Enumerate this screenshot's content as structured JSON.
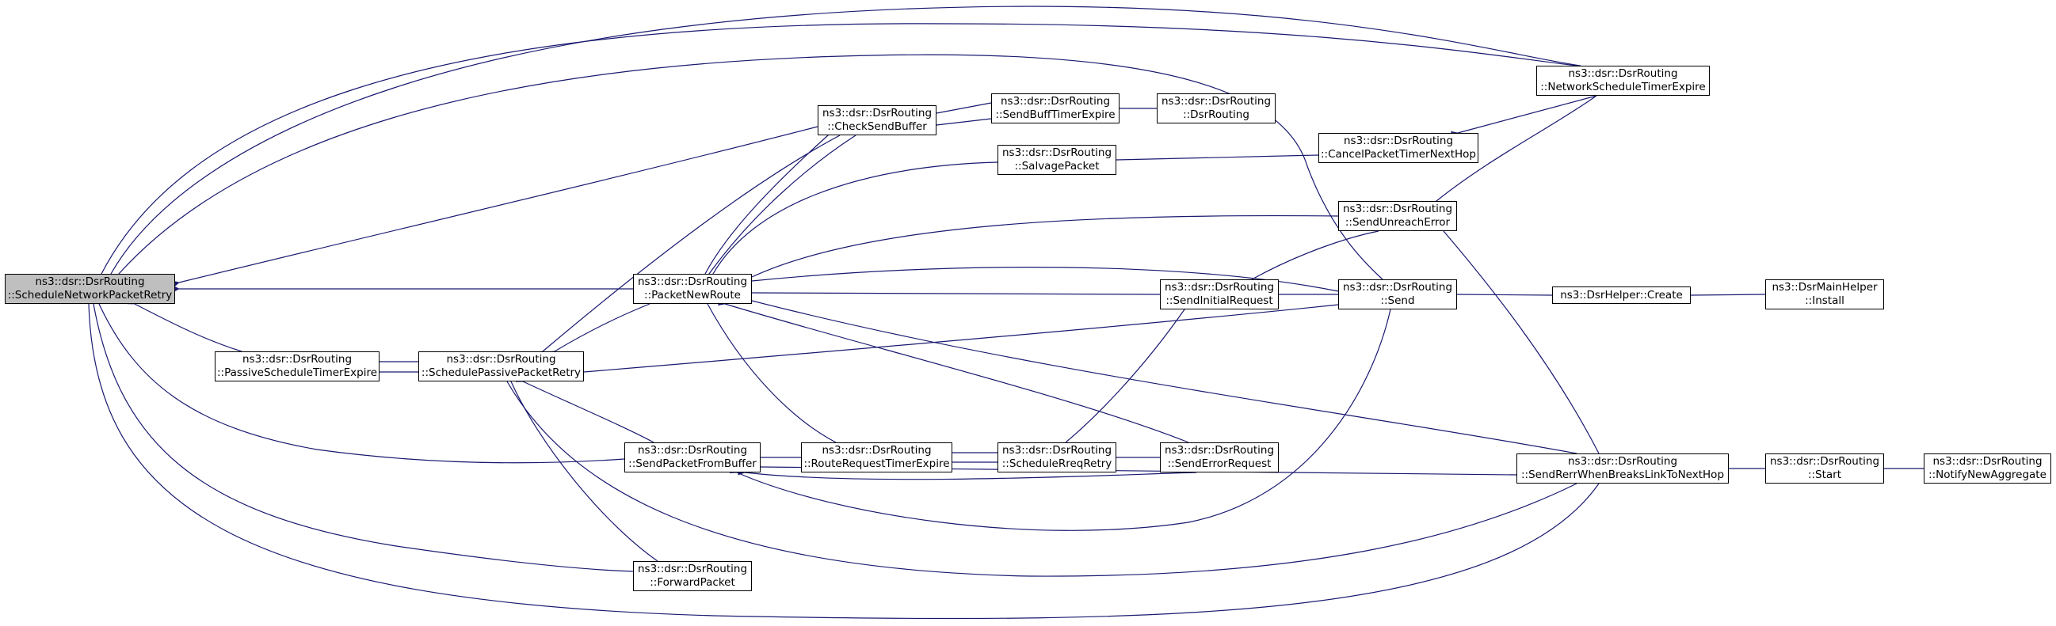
{
  "colors": {
    "edge": "#191970",
    "root_fill": "#bfbfbf",
    "node_fill": "#ffffff",
    "border": "#000000"
  },
  "nodes": {
    "root": {
      "line1": "ns3::dsr::DsrRouting",
      "line2": "::ScheduleNetworkPacketRetry"
    },
    "checkSendBuffer": {
      "line1": "ns3::dsr::DsrRouting",
      "line2": "::CheckSendBuffer"
    },
    "sendBuffTimerExpire": {
      "line1": "ns3::dsr::DsrRouting",
      "line2": "::SendBuffTimerExpire"
    },
    "dsrRouting": {
      "line1": "ns3::dsr::DsrRouting",
      "line2": "::DsrRouting"
    },
    "networkScheduleTimerExpire": {
      "line1": "ns3::dsr::DsrRouting",
      "line2": "::NetworkScheduleTimerExpire"
    },
    "salvagePacket": {
      "line1": "ns3::dsr::DsrRouting",
      "line2": "::SalvagePacket"
    },
    "cancelPacketTimerNextHop": {
      "line1": "ns3::dsr::DsrRouting",
      "line2": "::CancelPacketTimerNextHop"
    },
    "sendUnreachError": {
      "line1": "ns3::dsr::DsrRouting",
      "line2": "::SendUnreachError"
    },
    "packetNewRoute": {
      "line1": "ns3::dsr::DsrRouting",
      "line2": "::PacketNewRoute"
    },
    "sendInitialRequest": {
      "line1": "ns3::dsr::DsrRouting",
      "line2": "::SendInitialRequest"
    },
    "send": {
      "line1": "ns3::dsr::DsrRouting",
      "line2": "::Send"
    },
    "dsrHelperCreate": {
      "line1": "ns3::DsrHelper::Create",
      "line2": ""
    },
    "dsrMainHelperInstall": {
      "line1": "ns3::DsrMainHelper",
      "line2": "::Install"
    },
    "passiveScheduleTimerExpire": {
      "line1": "ns3::dsr::DsrRouting",
      "line2": "::PassiveScheduleTimerExpire"
    },
    "schedulePassivePacketRetry": {
      "line1": "ns3::dsr::DsrRouting",
      "line2": "::SchedulePassivePacketRetry"
    },
    "sendPacketFromBuffer": {
      "line1": "ns3::dsr::DsrRouting",
      "line2": "::SendPacketFromBuffer"
    },
    "routeRequestTimerExpire": {
      "line1": "ns3::dsr::DsrRouting",
      "line2": "::RouteRequestTimerExpire"
    },
    "scheduleRreqRetry": {
      "line1": "ns3::dsr::DsrRouting",
      "line2": "::ScheduleRreqRetry"
    },
    "sendErrorRequest": {
      "line1": "ns3::dsr::DsrRouting",
      "line2": "::SendErrorRequest"
    },
    "sendRerrWhenBreaksLinkToNextHop": {
      "line1": "ns3::dsr::DsrRouting",
      "line2": "::SendRerrWhenBreaksLinkToNextHop"
    },
    "start": {
      "line1": "ns3::dsr::DsrRouting",
      "line2": "::Start"
    },
    "notifyNewAggregate": {
      "line1": "ns3::dsr::DsrRouting",
      "line2": "::NotifyNewAggregate"
    },
    "forwardPacket": {
      "line1": "ns3::dsr::DsrRouting",
      "line2": "::ForwardPacket"
    }
  },
  "edges": [
    [
      "root",
      "networkScheduleTimerExpire"
    ],
    [
      "root",
      "networkScheduleTimerExpire"
    ],
    [
      "root",
      "send"
    ],
    [
      "root",
      "checkSendBuffer"
    ],
    [
      "root",
      "packetNewRoute"
    ],
    [
      "root",
      "passiveScheduleTimerExpire"
    ],
    [
      "root",
      "sendPacketFromBuffer"
    ],
    [
      "root",
      "forwardPacket"
    ],
    [
      "root",
      "sendRerrWhenBreaksLinkToNextHop"
    ],
    [
      "checkSendBuffer",
      "sendBuffTimerExpire"
    ],
    [
      "checkSendBuffer",
      "packetNewRoute"
    ],
    [
      "sendBuffTimerExpire",
      "checkSendBuffer"
    ],
    [
      "sendBuffTimerExpire",
      "dsrRouting"
    ],
    [
      "salvagePacket",
      "cancelPacketTimerNextHop"
    ],
    [
      "cancelPacketTimerNextHop",
      "networkScheduleTimerExpire"
    ],
    [
      "sendUnreachError",
      "networkScheduleTimerExpire"
    ],
    [
      "sendUnreachError",
      "sendRerrWhenBreaksLinkToNextHop"
    ],
    [
      "packetNewRoute",
      "checkSendBuffer"
    ],
    [
      "packetNewRoute",
      "salvagePacket"
    ],
    [
      "packetNewRoute",
      "sendUnreachError"
    ],
    [
      "packetNewRoute",
      "send"
    ],
    [
      "packetNewRoute",
      "sendInitialRequest"
    ],
    [
      "packetNewRoute",
      "routeRequestTimerExpire"
    ],
    [
      "packetNewRoute",
      "sendErrorRequest"
    ],
    [
      "packetNewRoute",
      "sendRerrWhenBreaksLinkToNextHop"
    ],
    [
      "sendInitialRequest",
      "sendUnreachError"
    ],
    [
      "sendInitialRequest",
      "send"
    ],
    [
      "sendInitialRequest",
      "scheduleRreqRetry"
    ],
    [
      "send",
      "dsrHelperCreate"
    ],
    [
      "dsrHelperCreate",
      "dsrMainHelperInstall"
    ],
    [
      "passiveScheduleTimerExpire",
      "schedulePassivePacketRetry"
    ],
    [
      "schedulePassivePacketRetry",
      "passiveScheduleTimerExpire"
    ],
    [
      "schedulePassivePacketRetry",
      "checkSendBuffer"
    ],
    [
      "schedulePassivePacketRetry",
      "packetNewRoute"
    ],
    [
      "schedulePassivePacketRetry",
      "send"
    ],
    [
      "schedulePassivePacketRetry",
      "sendPacketFromBuffer"
    ],
    [
      "schedulePassivePacketRetry",
      "forwardPacket"
    ],
    [
      "schedulePassivePacketRetry",
      "sendRerrWhenBreaksLinkToNextHop"
    ],
    [
      "sendPacketFromBuffer",
      "routeRequestTimerExpire"
    ],
    [
      "sendPacketFromBuffer",
      "sendErrorRequest"
    ],
    [
      "sendPacketFromBuffer",
      "send"
    ],
    [
      "sendPacketFromBuffer",
      "sendRerrWhenBreaksLinkToNextHop"
    ],
    [
      "routeRequestTimerExpire",
      "scheduleRreqRetry"
    ],
    [
      "scheduleRreqRetry",
      "routeRequestTimerExpire"
    ],
    [
      "scheduleRreqRetry",
      "sendErrorRequest"
    ],
    [
      "sendRerrWhenBreaksLinkToNextHop",
      "start"
    ],
    [
      "start",
      "notifyNewAggregate"
    ]
  ]
}
